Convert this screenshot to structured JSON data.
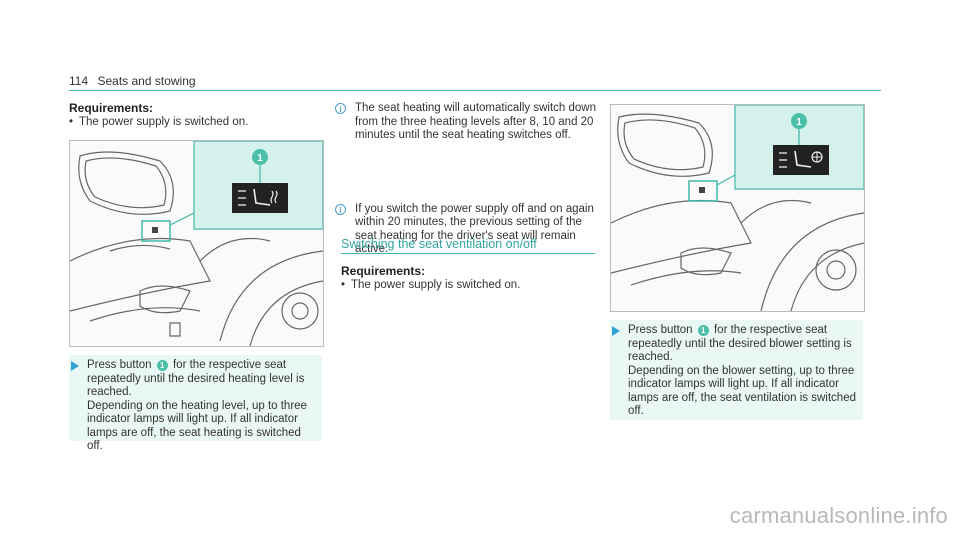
{
  "header": {
    "page_number": "114",
    "section": "Seats and stowing"
  },
  "left": {
    "requirements_title": "Requirements:",
    "requirement": "The power supply is switched on.",
    "badge": "1",
    "step_line1_a": "Press button",
    "step_line1_b": "for the respective seat",
    "step_rest": "repeatedly until the desired heating level is reached.",
    "step_depending": "Depending on the heating level, up to three indicator lamps will light up. If all indicator lamps are off, the seat heating is switched off."
  },
  "middle": {
    "note1": "The seat heating will automatically switch down from the three heating levels after 8, 10 and 20 minutes until the seat heating switches off.",
    "note2": "If you switch the power supply off and on again within 20 minutes, the previous setting of the seat heating for the driver's seat will remain active.",
    "section_heading": "Switching the seat ventilation on/off",
    "requirements_title": "Requirements:",
    "requirement": "The power supply is switched on."
  },
  "right": {
    "badge": "1",
    "step_line1_a": "Press button",
    "step_line1_b": "for the respective seat",
    "step_rest": "repeatedly until the desired blower setting is reached.",
    "step_depending": "Depending on the blower setting, up to three indicator lamps will light up. If all indicator lamps are off, the seat ventilation is switched off."
  },
  "watermark": "carmanualsonline.info",
  "colors": {
    "accent": "#3fb8a8",
    "arrow": "#2fa4d4",
    "callout_bg": "#d4f1ec"
  }
}
